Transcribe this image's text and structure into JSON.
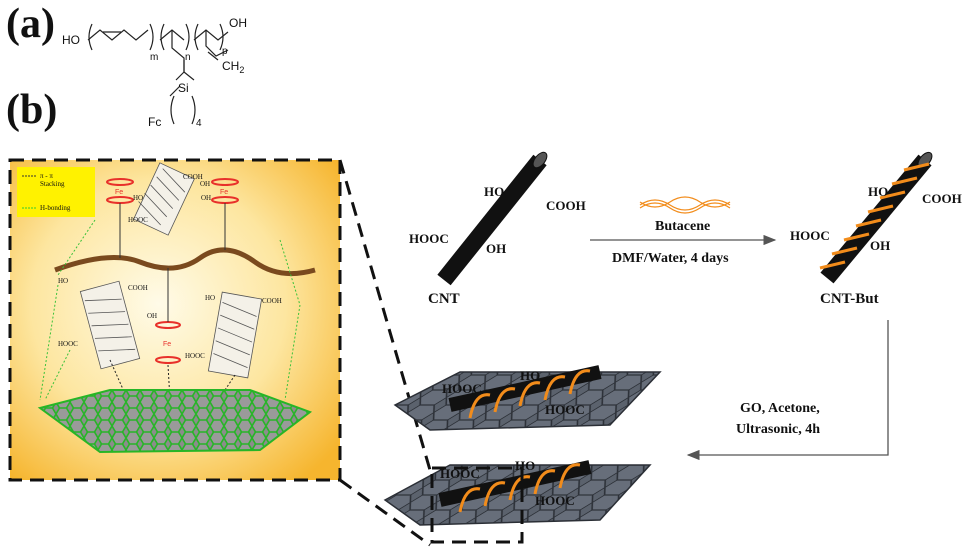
{
  "panel_a": {
    "label": "(a)"
  },
  "panel_b": {
    "label": "(b)"
  },
  "polymer": {
    "ho_left": "HO",
    "oh_right": "OH",
    "sub_m": "m",
    "sub_n": "n",
    "sub_p": "p",
    "ch2": "CH",
    "ch2_sub": "2",
    "si": "Si",
    "fc": "Fc",
    "sub_4": "4"
  },
  "inset": {
    "legend_stacking_a": "π - π",
    "legend_stacking_b": "Stacking",
    "legend_hbond": "H-bonding",
    "fe": "Fe",
    "ho": "HO",
    "oh": "OH",
    "cooh": "COOH",
    "hooc": "HOOC"
  },
  "cnt": {
    "ho": "HO",
    "cooh": "COOH",
    "hooc": "HOOC",
    "oh": "OH",
    "label": "CNT"
  },
  "reaction": {
    "reagent": "Butacene",
    "conditions": "DMF/Water, 4 days"
  },
  "cnt_but": {
    "ho": "HO",
    "cooh": "COOH",
    "hooc": "HOOC",
    "oh": "OH",
    "label": "CNT-But"
  },
  "step2": {
    "line1": "GO, Acetone,",
    "line2": "Ultrasonic, 4h"
  },
  "graphene_top": {
    "hooc": "HOOC",
    "ho": "HO",
    "hooc2": "HOOC"
  },
  "graphene_bottom": {
    "hooc": "HOOC",
    "ho": "HO",
    "hooc2": "HOOC"
  },
  "colors": {
    "inset_bg_center": "#fff6d8",
    "inset_bg_edge": "#f7b733",
    "sheet_fill": "#5f6672",
    "sheet_stroke": "#2e3239",
    "helix": "#f28c1b",
    "ferrocene": "#e8302a",
    "green_sheet": "#2eaa2e",
    "legend_bg": "#fff200"
  }
}
